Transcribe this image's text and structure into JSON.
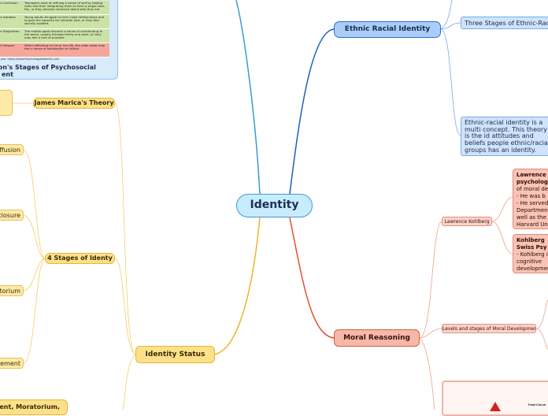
{
  "center": {
    "label": "Identity"
  },
  "branches": {
    "ethnic": {
      "label": "Ethnic Racial Identity",
      "stages": "Three Stages of Ethnic-Racial",
      "definition": "Ethnic-racial identity is a multi concept. This theory is the id attitudes and beliefs people ethnic/racial groups has an identity."
    },
    "moral": {
      "label": "Moral Reasoning",
      "kohlberg": {
        "label": "Lawrence Kohlberg",
        "bio_title": "Lawrence psycholog",
        "bio_text": "of moral de\n- He was b\n- He served\nDepartment\nwell as the\nHarvard Un",
        "stage_title": "Kohlberg Swiss Psy",
        "stage_text": "- Kohlberg in cognitive development"
      },
      "levels": {
        "label": "Levels and stages of Moral Development"
      },
      "image_caption": "Post-Conve"
    },
    "identity_status": {
      "label": "Identity Status",
      "marcia": "James Marica's Theory",
      "four": {
        "label": "4 Stages of Identy",
        "items": [
          "ffusion",
          "closure",
          "atorium",
          "vement"
        ]
      },
      "bottom": "ment, Moratorium,"
    },
    "erikson": {
      "title_line1": "son's Stages of Psychosocial",
      "title_line2": "ent",
      "source": "pes: https://www.PsychologyNotesHQ.com",
      "rows": [
        {
          "stage": "y vs Confusion",
          "desc": "Teenagers work at refining a sense of self by testing roles and then integrating them to form a single iden- tity, or they become confused about who they are."
        },
        {
          "stage": "y vs Isolation",
          "desc": "Young adults struggle to form close relationships and to gain the capacity for intimate love, or they feel socially isolated."
        },
        {
          "stage": "y vs Stagnation",
          "desc": "The middle-aged discover a sense of contributing to the world, usually through family and work, or they may feel a lack of purpose."
        },
        {
          "stage": "y vs Despair",
          "desc": "When reflecting on his or her life, the older adult may feel a sense of satisfaction or failure."
        }
      ],
      "row_colors": [
        "#cbe3a6",
        "#cbe3a6",
        "#cbe3a6",
        "#f4a79a"
      ]
    }
  },
  "colors": {
    "blue": "#2f6fc7",
    "yellow": "#e9b733",
    "red": "#dd5a3f",
    "center_border": "#3a9bd6"
  }
}
